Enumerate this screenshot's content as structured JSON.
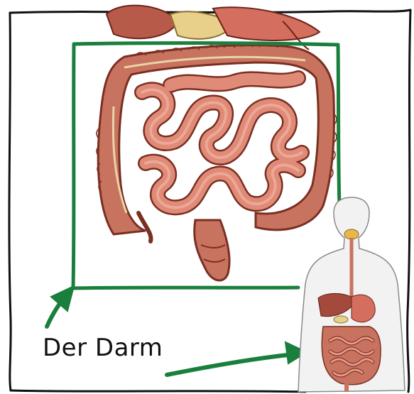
{
  "caption": {
    "text": "Der Darm"
  },
  "illustration": {
    "main_subject": "intestine-illustration",
    "inset_subject": "human-torso-digestive-system",
    "highlight_box_color": "#1a7f3c",
    "arrow_color": "#1a7f3c",
    "intestine_color": "#e08b78",
    "intestine_outline_color": "#7a2f22",
    "colon_color": "#c8735f"
  }
}
